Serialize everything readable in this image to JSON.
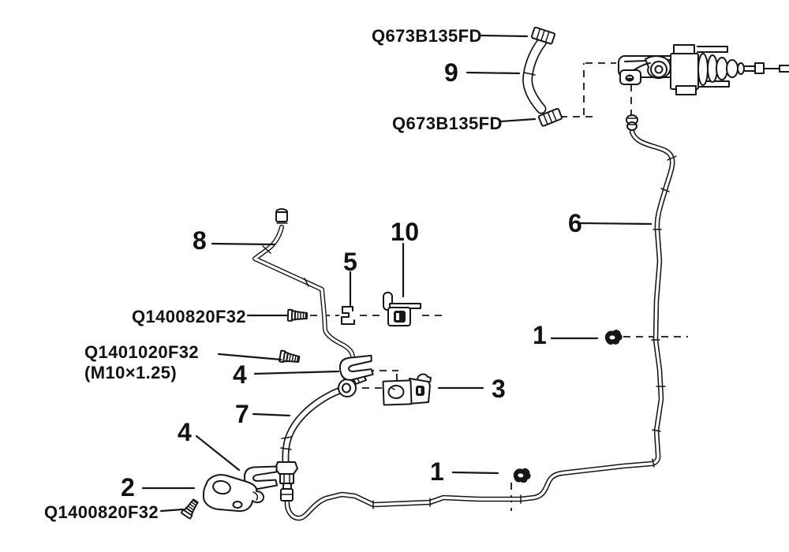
{
  "diagram": {
    "type": "parts-diagram",
    "subject": "clutch hydraulic pipe and hose assembly",
    "colors": {
      "background": "#ffffff",
      "line": "#161616"
    },
    "labels": {
      "q673_top": "Q673B135FD",
      "q673_bottom": "Q673B135FD",
      "q1400820_mid": "Q1400820F32",
      "q1401020": "Q1401020F32",
      "q1401020_spec": "(M10×1.25)",
      "q1400820_bottom": "Q1400820F32"
    },
    "callouts": {
      "n1_right": "1",
      "n1_bottom": "1",
      "n2": "2",
      "n3": "3",
      "n4_upper": "4",
      "n4_lower": "4",
      "n5": "5",
      "n6": "6",
      "n7": "7",
      "n8": "8",
      "n9": "9",
      "n10": "10"
    }
  }
}
